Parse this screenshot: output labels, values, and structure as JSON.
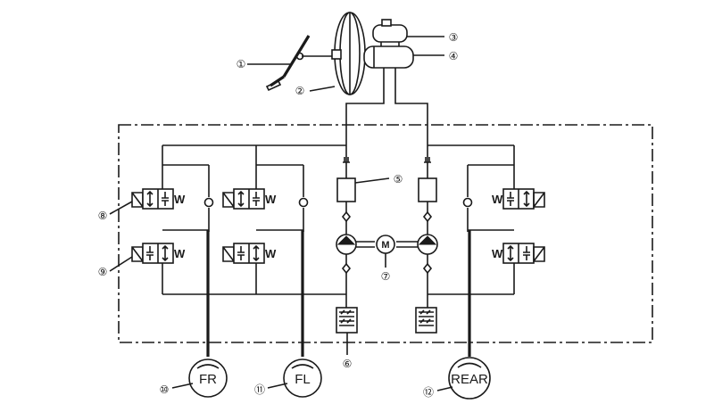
{
  "callouts": [
    "①",
    "②",
    "③",
    "④",
    "⑤",
    "⑥",
    "⑦",
    "⑧",
    "⑨",
    "⑩",
    "⑪",
    "⑫"
  ],
  "wheels": {
    "fr": "FR",
    "fl": "FL",
    "rear": "REAR"
  },
  "valve_letter": "W",
  "motor_letter": "M"
}
